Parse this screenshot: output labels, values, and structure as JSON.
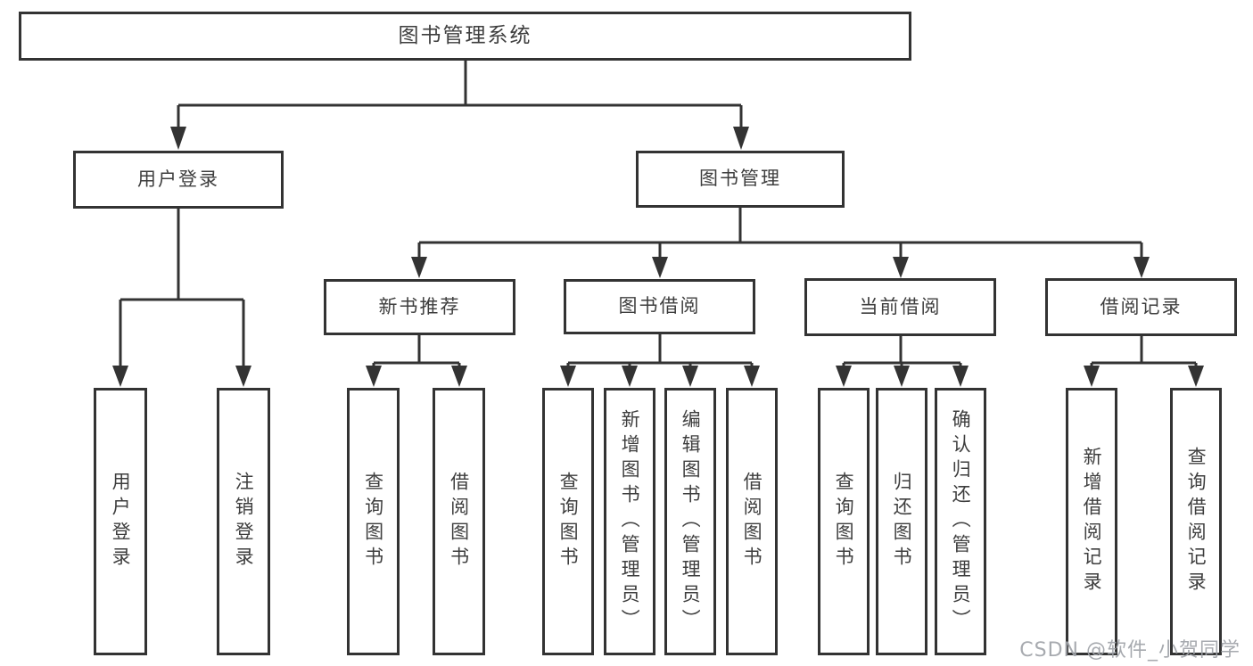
{
  "tree": {
    "root": {
      "label": "图书管理系统",
      "children": [
        {
          "label": "用户登录",
          "children": [
            {
              "label": "用户登录"
            },
            {
              "label": "注销登录"
            }
          ]
        },
        {
          "label": "图书管理",
          "children": [
            {
              "label": "新书推荐",
              "children": [
                {
                  "label": "查询图书"
                },
                {
                  "label": "借阅图书"
                }
              ]
            },
            {
              "label": "图书借阅",
              "children": [
                {
                  "label": "查询图书"
                },
                {
                  "label": "新增图书（管理员）"
                },
                {
                  "label": "编辑图书（管理员）"
                },
                {
                  "label": "借阅图书"
                }
              ]
            },
            {
              "label": "当前借阅",
              "children": [
                {
                  "label": "查询图书"
                },
                {
                  "label": "归还图书"
                },
                {
                  "label": "确认归还（管理员）"
                }
              ]
            },
            {
              "label": "借阅记录",
              "children": [
                {
                  "label": "新增借阅记录"
                },
                {
                  "label": "查询借阅记录"
                }
              ]
            }
          ]
        }
      ]
    }
  },
  "watermark": {
    "label": "CSDN @软件_小贺同学"
  },
  "colors": {
    "line": "#333333",
    "box_border": "#333333",
    "box_fill": "#ffffff",
    "text": "#3e3e3e",
    "watermark": "#a0a3a8",
    "background": "#ffffff"
  }
}
